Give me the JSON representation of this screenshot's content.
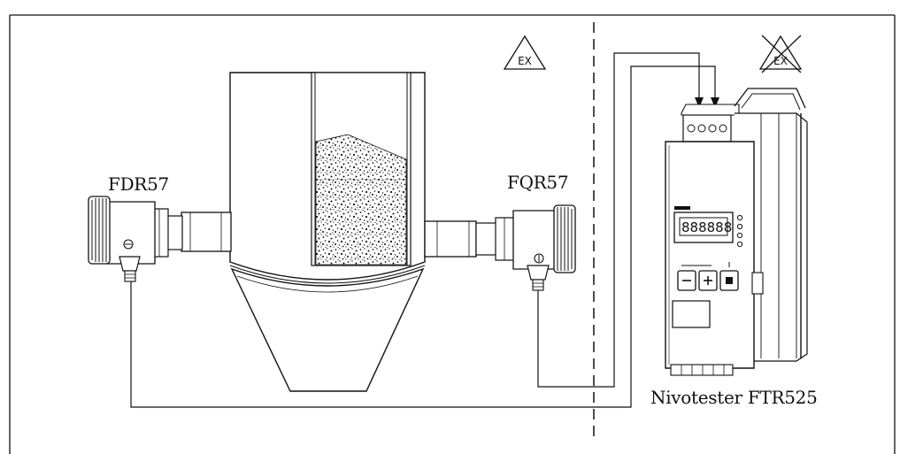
{
  "labels": {
    "left_sensor": "FDR57",
    "right_sensor": "FQR57",
    "controller": "Nivotester FTR525"
  },
  "hazard_marks": {
    "ex_zone": "EX",
    "non_ex_zone": "EX"
  }
}
